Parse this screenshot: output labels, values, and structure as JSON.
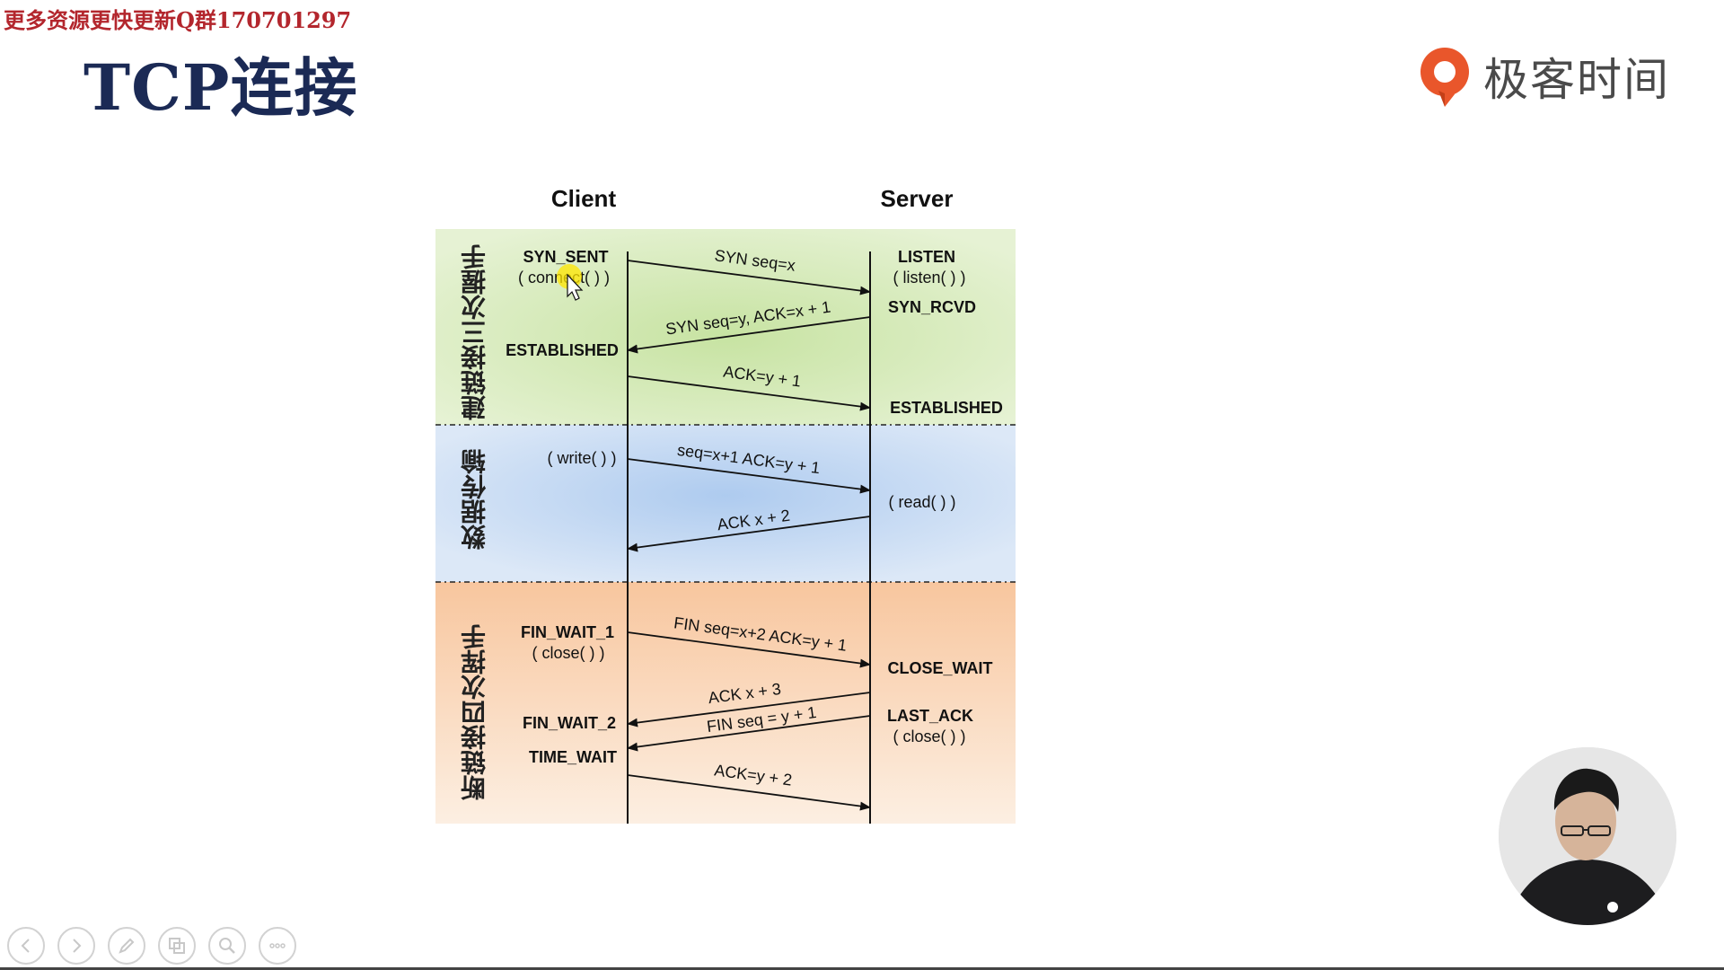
{
  "watermark": "更多资源更快更新Q群170701297",
  "title": "TCP连接",
  "brand": {
    "name": "极客时间",
    "logo_icon": "geektime-logo-icon",
    "color": "#e9562b"
  },
  "diagram": {
    "client_header": "Client",
    "server_header": "Server",
    "zones": [
      {
        "label": "建链接三次握手",
        "color": "#d5ebb8"
      },
      {
        "label": "数据传输",
        "color": "#c9dbf2"
      },
      {
        "label": "断链接四次挥手",
        "color": "#f7cfa8"
      }
    ],
    "client_states": {
      "syn_sent": "SYN_SENT",
      "connect": "( connect( ) )",
      "established": "ESTABLISHED",
      "write": "( write( ) )",
      "fin_wait_1": "FIN_WAIT_1",
      "close": "( close( ) )",
      "fin_wait_2": "FIN_WAIT_2",
      "time_wait": "TIME_WAIT"
    },
    "server_states": {
      "listen": "LISTEN",
      "listen_call": "( listen( ) )",
      "syn_rcvd": "SYN_RCVD",
      "established": "ESTABLISHED",
      "read": "( read( ) )",
      "close_wait": "CLOSE_WAIT",
      "last_ack": "LAST_ACK",
      "close": "( close( ) )"
    },
    "messages": {
      "syn": "SYN seq=x",
      "syn_ack": "SYN seq=y, ACK=x + 1",
      "ack1": "ACK=y + 1",
      "data": "seq=x+1 ACK=y + 1",
      "data_ack": "ACK x + 2",
      "fin1": "FIN seq=x+2 ACK=y + 1",
      "ack_fin1": "ACK x + 3",
      "fin2": "FIN seq = y + 1",
      "ack_fin2": "ACK=y + 2"
    }
  },
  "toolbar": {
    "buttons": [
      {
        "name": "previous-button",
        "icon": "chevron-left-icon"
      },
      {
        "name": "next-button",
        "icon": "chevron-right-icon"
      },
      {
        "name": "pen-button",
        "icon": "pen-icon"
      },
      {
        "name": "slides-button",
        "icon": "slides-icon"
      },
      {
        "name": "zoom-button",
        "icon": "magnifier-icon"
      },
      {
        "name": "more-button",
        "icon": "more-icon"
      }
    ]
  }
}
